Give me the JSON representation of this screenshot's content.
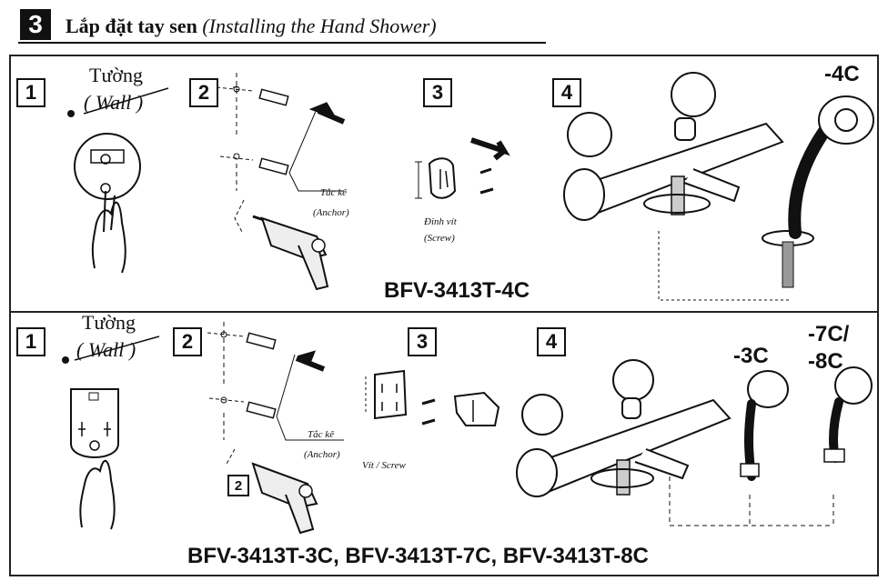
{
  "header": {
    "step_number": "3",
    "title": "Lắp đặt tay sen",
    "subtitle": "(Installing the Hand Shower)"
  },
  "panel_top": {
    "steps": [
      "1",
      "2",
      "3",
      "4"
    ],
    "wall_vn": "Tường",
    "wall_en": "( Wall )",
    "anchor_vn": "Tắc kê",
    "anchor_en": "(Anchor)",
    "screw_vn": "Đinh vít",
    "screw_en": "(Screw)",
    "variant": "-4C",
    "model": "BFV-3413T-4C"
  },
  "panel_bottom": {
    "steps": [
      "1",
      "2",
      "3",
      "4"
    ],
    "wall_vn": "Tường",
    "wall_en": "( Wall )",
    "anchor_vn": "Tắc kê",
    "anchor_en": "(Anchor)",
    "screw_label": "Vít / Screw",
    "drill_step": "2",
    "variant_3c": "-3C",
    "variant_7c_line1": "-7C/",
    "variant_7c_line2": "-8C",
    "model": "BFV-3413T-3C, BFV-3413T-7C, BFV-3413T-8C"
  }
}
